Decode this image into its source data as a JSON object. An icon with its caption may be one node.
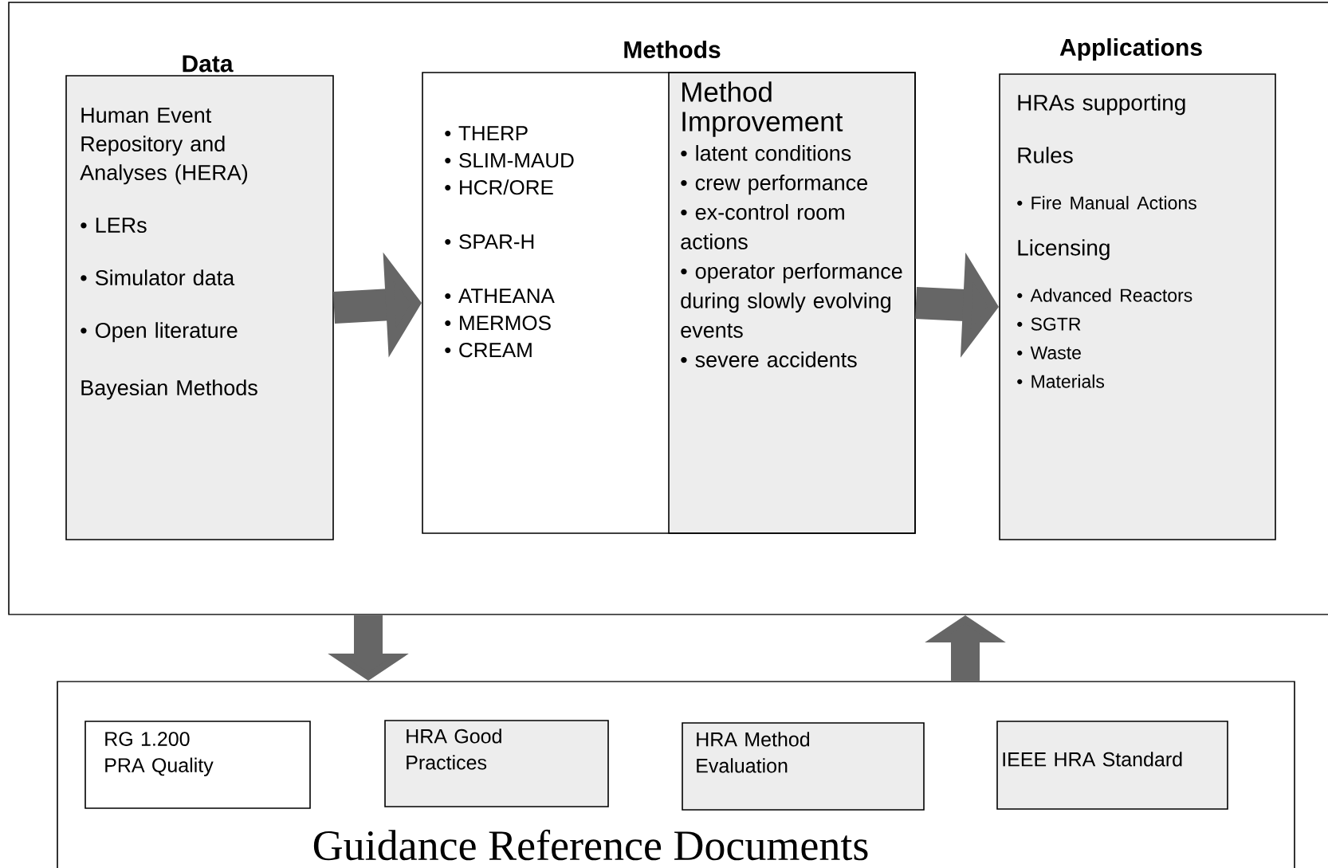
{
  "diagram": {
    "nodes": [
      {
        "text": [],
        "shape": "box"
      },
      {
        "text": [
          "Data",
          "Human Event Repository and Analyses (HERA)",
          "• LERs",
          "• Simulator data",
          "• Open literature",
          "Bayesian Methods"
        ],
        "in": 0
      },
      {
        "text": [
          "Methods"
        ],
        "in": 0
      },
      {
        "text": [
          "• THERP",
          "• SLIM-MAUD",
          "• HCR/ORE",
          "• SPAR-H",
          "• ATHEANA",
          "• MERMOS",
          "• CREAM"
        ],
        "in": 2
      },
      {
        "text": [
          "Method Improvement",
          "• latent conditions",
          "• crew performance",
          "• ex-control room actions",
          "• operator performance during slowly evolving events",
          "• severe accidents"
        ],
        "in": 2
      },
      {
        "text": [
          "Applications",
          "HRAs supporting",
          "Rules",
          "• Fire Manual Actions",
          "Licensing",
          "• Advanced Reactors",
          "• SGTR",
          "• Waste",
          "• Materials"
        ],
        "in": 0
      },
      {
        "text": [
          "Guidance Reference Documents"
        ]
      },
      {
        "text": [
          "RG 1.200 PRA Quality"
        ],
        "in": 6
      },
      {
        "text": [
          "HRA Good Practices"
        ],
        "in": 6
      },
      {
        "text": [
          "HRA Method Evaluation"
        ],
        "in": 6
      },
      {
        "text": [
          "IEEE HRA Standard"
        ],
        "in": 6
      }
    ],
    "edges": [
      {
        "from": 1,
        "to": 2,
        "arrow": "to"
      },
      {
        "from": 2,
        "to": 5,
        "arrow": "to"
      },
      {
        "from": 0,
        "to": 6,
        "arrow": "to"
      },
      {
        "from": 6,
        "to": 0,
        "arrow": "to"
      }
    ]
  }
}
